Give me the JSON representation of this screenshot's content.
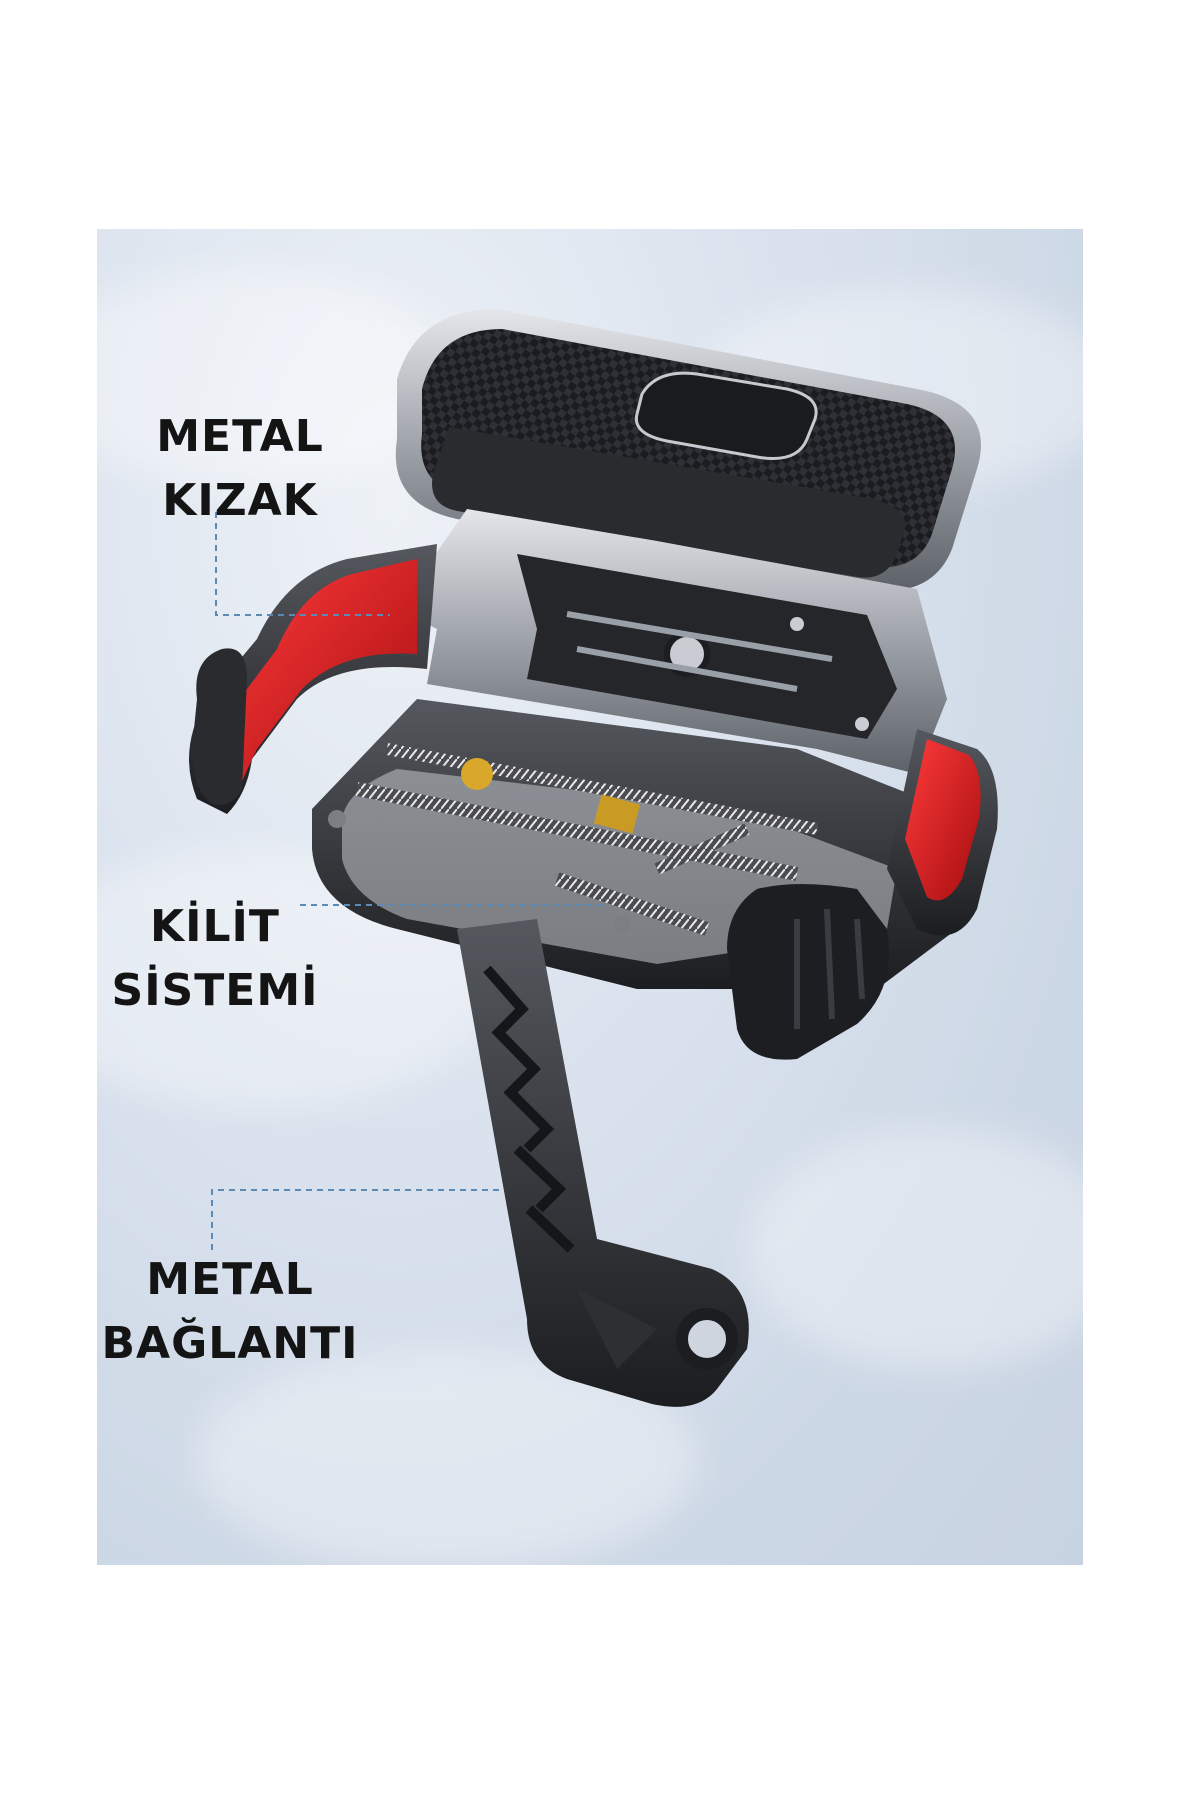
{
  "callouts": [
    {
      "line1": "METAL",
      "line2": "KIZAK"
    },
    {
      "line1": "KİLİT",
      "line2": "SİSTEMİ"
    },
    {
      "line1": "METAL",
      "line2": "BAĞLANTI"
    }
  ],
  "colors": {
    "accent_red": "#d9191c",
    "body_dark": "#2b2d31",
    "metal_silver": "#b9bcc2",
    "background": "#d3dce8",
    "leader_line": "#5b8ab5"
  }
}
